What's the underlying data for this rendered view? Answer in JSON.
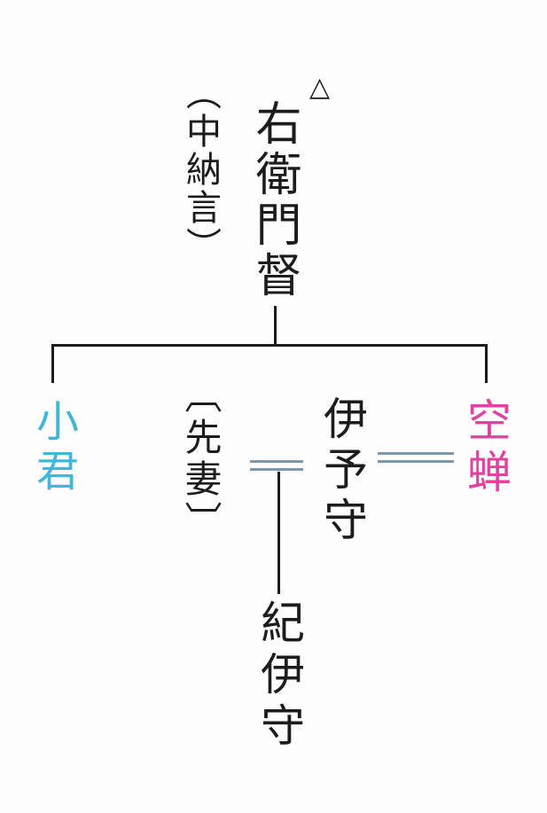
{
  "diagram": {
    "marker": "△",
    "nodes": {
      "parent": {
        "label": "右衛門督",
        "note": "（中納言）"
      },
      "kogimi": {
        "label": "小君",
        "color": "#3fb7d9"
      },
      "utsusemi": {
        "label": "空蝉",
        "color": "#e2429f"
      },
      "iyo_no_kami": {
        "label": "伊予守"
      },
      "former_wife": {
        "label": "〔先妻〕"
      },
      "kii_no_kami": {
        "label": "紀伊守"
      }
    },
    "colors": {
      "text": "#1c1c1c",
      "line": "#1c1c1c",
      "marriage_line": "#7a99b0",
      "background": "#fdfdfd"
    }
  }
}
